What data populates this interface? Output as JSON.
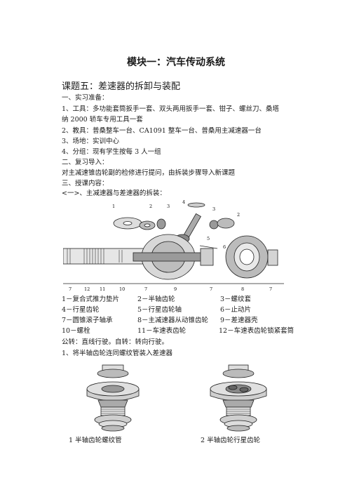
{
  "title": "模块一：汽车传动系统",
  "subtitle": "课题五：差速器的拆卸与装配",
  "lines": [
    "一、实习准备：",
    "1、工具：多功能套筒扳手一套、双头两用扳手一套、钳子、螺丝刀、桑塔",
    "纳 2000 轿车专用工具一套",
    "2、教具：普桑整车一台、CA1091 整车一台、普桑用主减速器一台",
    "3、场地：实训中心",
    "4、分组：现有学生按每 3 人一组",
    "二、复习导入：",
    "对主减速锥齿轮副的检修进行提问，由拆装步骤导入新课题",
    "三、授课内容：",
    "<一>、主减速器与差速器的拆装："
  ],
  "figure1": {
    "callouts_top": [
      "1",
      "2",
      "3",
      "4",
      "3",
      "2",
      "5",
      "6"
    ],
    "callouts_bottom": [
      "7",
      "12",
      "11",
      "10",
      "7",
      "9",
      "7",
      "8",
      "7"
    ]
  },
  "legend": [
    [
      "1－复合式推力垫片",
      "2－半轴齿轮",
      "3－螺纹套"
    ],
    [
      "4－行星齿轮",
      "5－行星齿轮轴",
      "6－止动片"
    ],
    [
      "7－圆锥滚子轴承",
      "8－主减速器从动锥齿轮",
      "9－差速器壳"
    ],
    [
      "10－螺栓",
      "11－车速表齿轮",
      "12－车速表齿轮锁紧套筒"
    ]
  ],
  "after_lines": [
    "公转：直线行驶。自转：转向行驶。",
    "1、将半轴齿轮连同螺纹管装入差速器"
  ],
  "captions": [
    "1 半轴齿轮螺纹管",
    "2 半轴齿轮行星齿轮"
  ]
}
